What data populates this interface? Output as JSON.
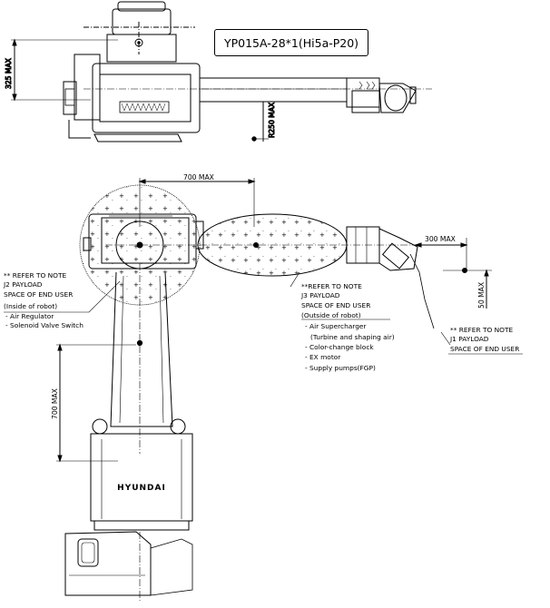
{
  "title": "YP015A-28*1(Hi5a-P20)",
  "dimensions": {
    "top_height": "325 MAX",
    "radius": "R250 MAX",
    "reach_horizontal": "700 MAX",
    "reach_vertical": "700 MAX",
    "offset_horizontal": "300 MAX",
    "offset_vertical": "50 MAX"
  },
  "notes": {
    "j2": {
      "line1": "** REFER TO NOTE",
      "line2": "J2 PAYLOAD",
      "line3": "SPACE OF END USER",
      "line4": "(Inside of robot)",
      "items": [
        "- Air Regulator",
        "- Solenoid Valve Switch"
      ]
    },
    "j3": {
      "line1": "**REFER TO NOTE",
      "line2": "J3 PAYLOAD",
      "line3": "SPACE OF END USER",
      "line4": "(Outside of robot)",
      "items": [
        "- Air Supercharger",
        "(Turbine and shaping air)",
        "- Color-change block",
        "- EX motor",
        "- Supply pumps(FGP)"
      ]
    },
    "j1": {
      "line1": "** REFER TO NOTE",
      "line2": "J1 PAYLOAD",
      "line3": "SPACE OF END USER"
    }
  },
  "brand": "HYUNDAI"
}
